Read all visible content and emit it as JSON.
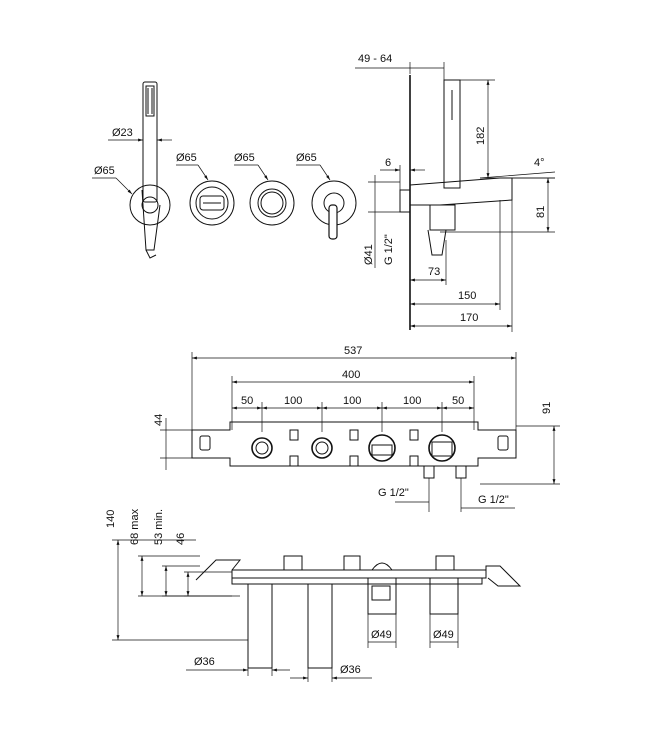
{
  "top_views": {
    "d23": "Ø23",
    "d65_handshower": "Ø65",
    "d65_a": "Ø65",
    "d65_b": "Ø65",
    "d65_c": "Ø65"
  },
  "side_view": {
    "d_49_64": "49 - 64",
    "d_182": "182",
    "d_6": "6",
    "d_4deg": "4°",
    "d_81": "81",
    "d_41": "Ø41",
    "g12": "G 1/2\"",
    "d_73": "73",
    "d_150": "150",
    "d_170": "170"
  },
  "front_view": {
    "d_537": "537",
    "d_400": "400",
    "d_50a": "50",
    "d_100a": "100",
    "d_100b": "100",
    "d_100c": "100",
    "d_50b": "50",
    "d_44": "44",
    "d_91": "91",
    "g12_a": "G 1/2\"",
    "g12_b": "G 1/2\""
  },
  "bottom_view": {
    "d_140": "140",
    "d_68max": "68 max",
    "d_53min": "53 min.",
    "d_46": "46",
    "d_49a": "Ø49",
    "d_49b": "Ø49",
    "d_36a": "Ø36",
    "d_36b": "Ø36"
  }
}
